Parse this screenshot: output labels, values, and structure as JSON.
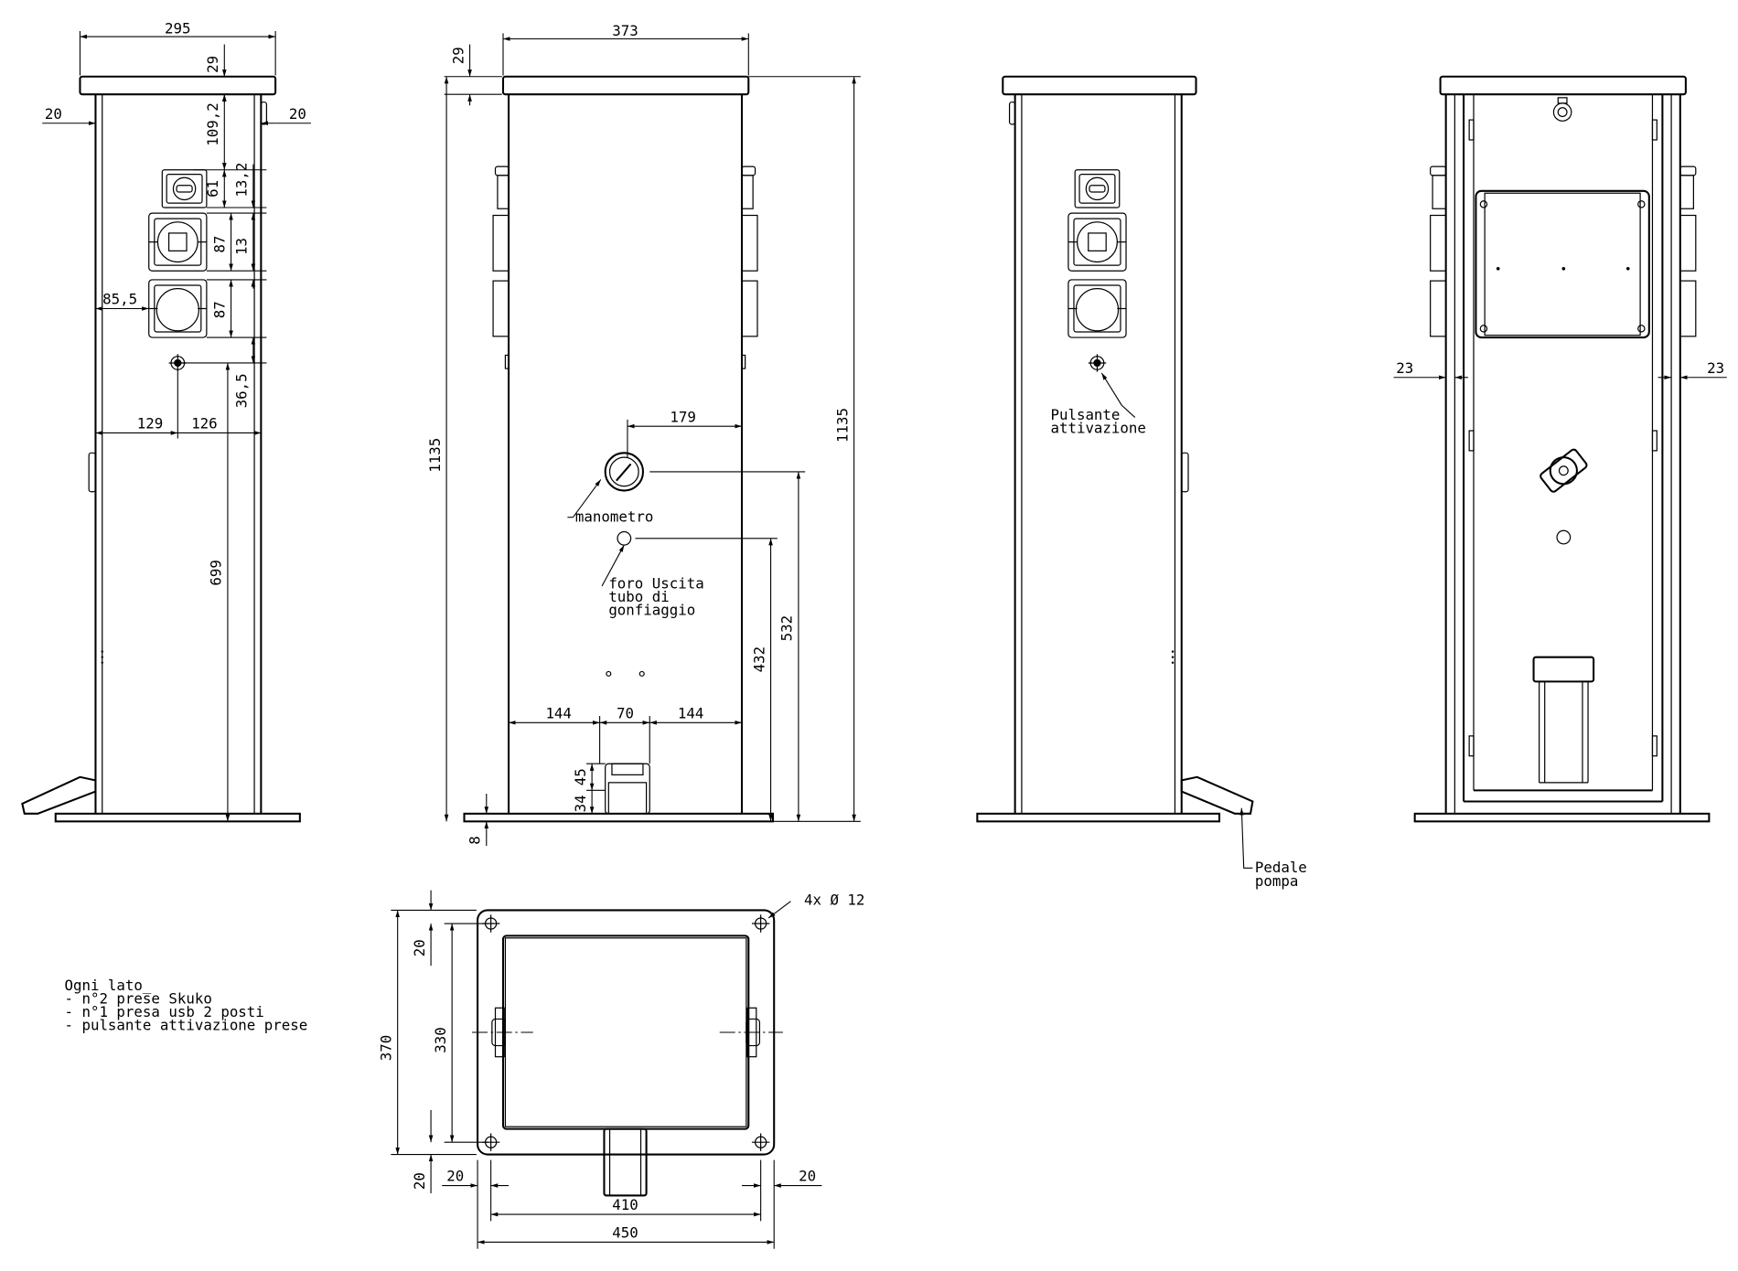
{
  "dimensions": {
    "left_width": "295",
    "left_top": "29",
    "left_wall_l": "20",
    "left_wall_r": "20",
    "left_1092": "109,2",
    "left_61": "61",
    "left_132": "13,2",
    "left_87a": "87",
    "left_13": "13",
    "left_87b": "87",
    "left_855": "85,5",
    "left_365": "36,5",
    "left_129": "129",
    "left_126": "126",
    "left_699": "699",
    "front_width": "373",
    "front_top": "29",
    "front_h1": "1135",
    "front_h2": "1135",
    "front_179": "179",
    "front_532": "532",
    "front_432": "432",
    "front_144a": "144",
    "front_70": "70",
    "front_144b": "144",
    "front_45": "45",
    "front_34": "34",
    "front_8": "8",
    "rear_23l": "23",
    "rear_23r": "23",
    "plan_holes": "4x Ø 12",
    "plan_20top": "20",
    "plan_370": "370",
    "plan_330": "330",
    "plan_20bot": "20",
    "plan_20l": "20",
    "plan_20r": "20",
    "plan_410": "410",
    "plan_450": "450"
  },
  "labels": {
    "manometro": "manometro",
    "foro_1": "foro Uscita",
    "foro_2": "tubo di",
    "foro_3": "gonfiaggio",
    "pulsante_1": "Pulsante",
    "pulsante_2": "attivazione",
    "pedale_1": "Pedale",
    "pedale_2": "pompa"
  },
  "notes": [
    "Ogni lato_",
    "- n°2 prese Skuko",
    "- n°1 presa usb 2 posti",
    "- pulsante attivazione prese"
  ]
}
